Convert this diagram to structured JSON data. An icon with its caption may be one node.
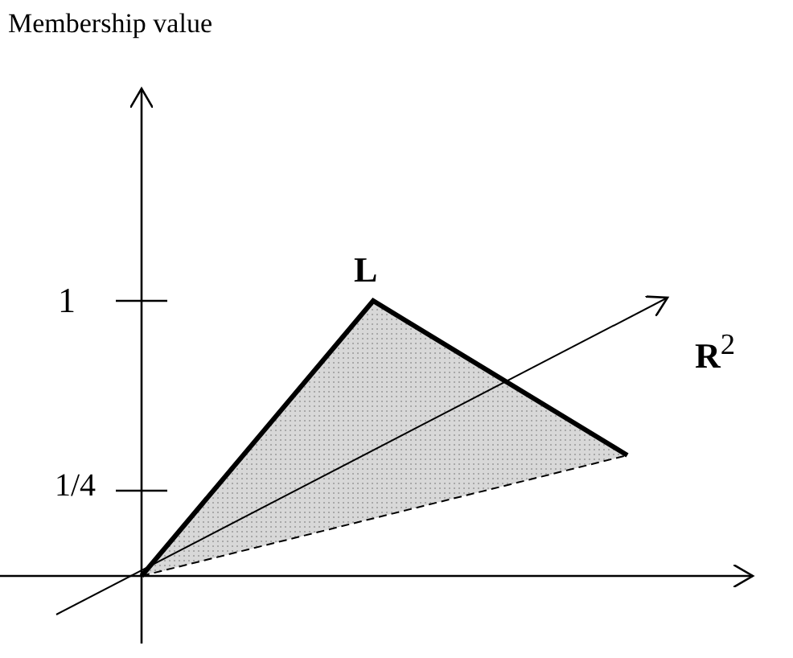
{
  "diagram": {
    "labels": [
      "Membership value",
      "L",
      "1",
      "1/4",
      "**R**$^{2}$"
    ]
  }
}
